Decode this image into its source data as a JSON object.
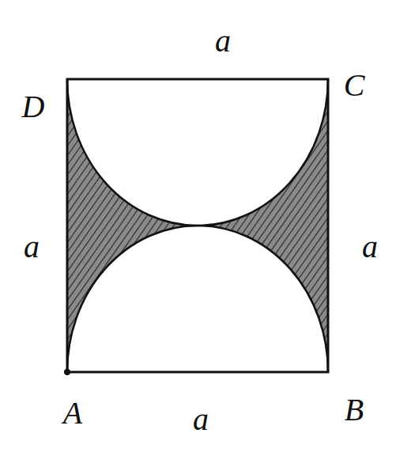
{
  "diagram": {
    "labels": [
      "D",
      "a",
      "C",
      "a",
      "a",
      "A",
      "a",
      "B"
    ]
  }
}
